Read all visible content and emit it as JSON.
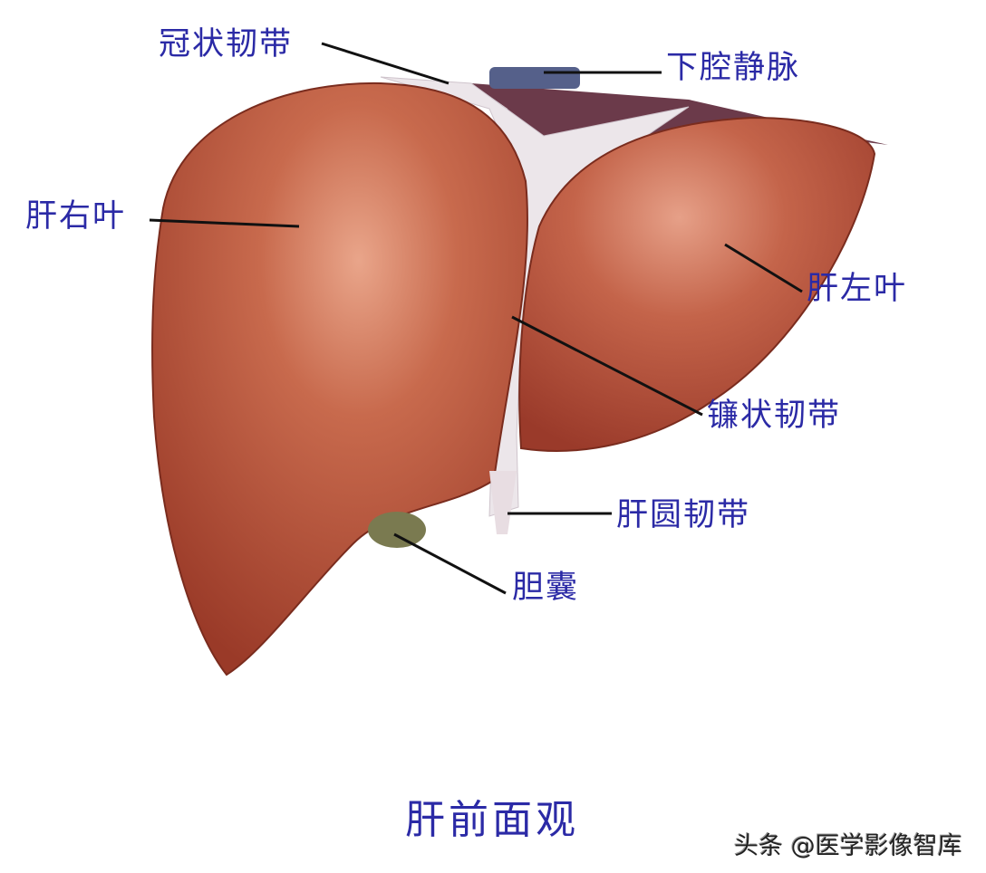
{
  "labels": {
    "coronary_ligament": "冠状韧带",
    "inferior_vena_cava": "下腔静脉",
    "right_lobe": "肝右叶",
    "left_lobe": "肝左叶",
    "falciform_ligament": "镰状韧带",
    "round_ligament": "肝圆韧带",
    "gallbladder": "胆囊"
  },
  "title": "肝前面观",
  "watermark": "头条 @医学影像智库",
  "colors": {
    "label": "#2b2aa6",
    "liver": "#b8523a",
    "ligament": "#ece6ea",
    "vessel": "#6b3a4a"
  }
}
